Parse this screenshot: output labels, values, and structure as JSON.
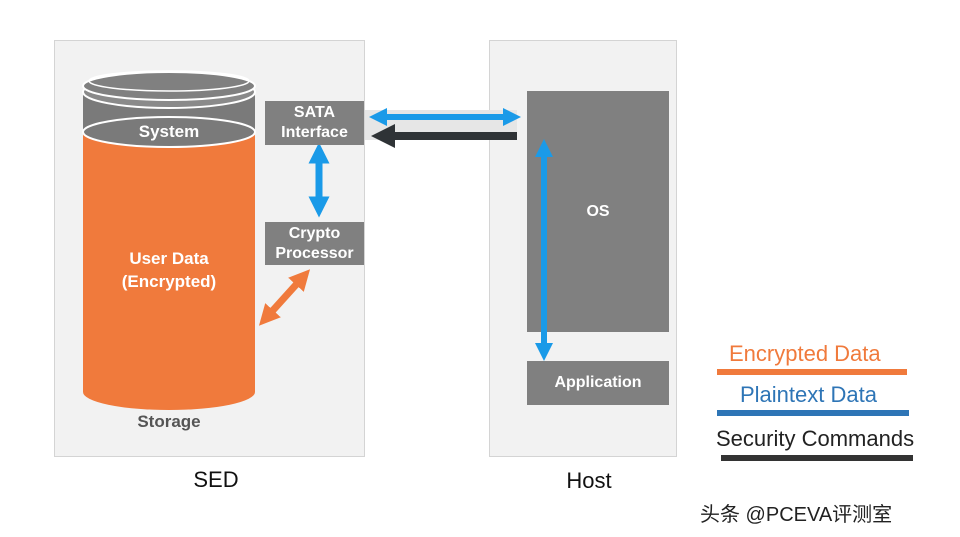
{
  "sed": {
    "label": "SED",
    "system_label": "System",
    "user_data_line1": "User Data",
    "user_data_line2": "(Encrypted)",
    "storage_label": "Storage",
    "sata_line1": "SATA",
    "sata_line2": "Interface",
    "crypto_line1": "Crypto",
    "crypto_line2": "Processor"
  },
  "host": {
    "label": "Host",
    "os_label": "OS",
    "application_label": "Application"
  },
  "legend": {
    "items": [
      {
        "label": "Encrypted Data",
        "color": "#f07a3c"
      },
      {
        "label": "Plaintext Data",
        "color": "#2e75b6"
      },
      {
        "label": "Security Commands",
        "color": "#333333"
      }
    ]
  },
  "colors": {
    "orange": "#f07a3c",
    "blue_arrow": "#1a9ae8",
    "dark_arrow": "#2f3336",
    "box_gray": "#808080",
    "cylinder_top": "#7a7a7a"
  },
  "watermark": "头条 @PCEVA评测室"
}
